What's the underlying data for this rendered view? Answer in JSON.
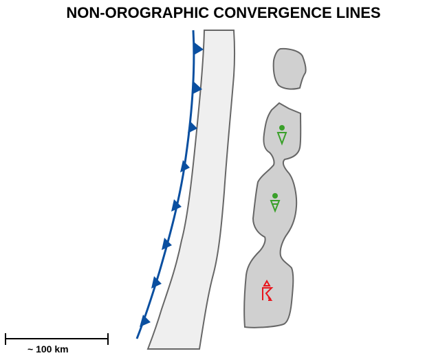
{
  "title": "NON-OROGRAPHIC CONVERGENCE LINES",
  "scale_bar": {
    "label": "~ 100 km"
  },
  "symbols": {
    "rain_shower": "rain-shower-symbol",
    "hail_shower": "small-hail-shower-symbol",
    "thunderstorm_hail": "thunderstorm-with-hail-symbol"
  },
  "colors": {
    "front": "#0a4fa0",
    "band_fill": "#efefef",
    "cell_fill": "#d0d0d0",
    "outline": "#666666",
    "shower": "#3aa02a",
    "thunder": "#e8141c"
  }
}
